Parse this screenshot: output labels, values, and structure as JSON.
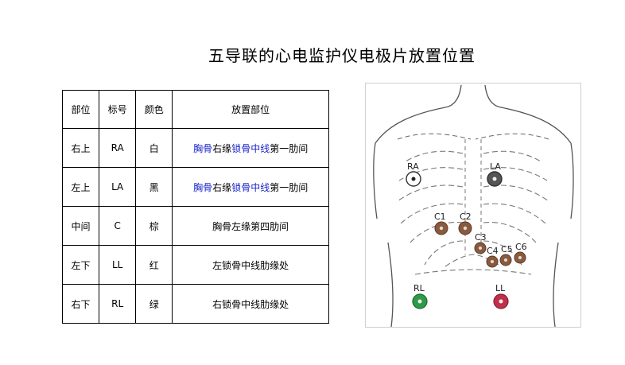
{
  "title": "五导联的心电监护仪电极片放置位置",
  "table": {
    "headers": [
      "部位",
      "标号",
      "颜色",
      "放置部位"
    ],
    "rows": [
      {
        "part": "右上",
        "code": "RA",
        "color": "白",
        "pos_a": "胸骨",
        "pos_b": "右缘",
        "pos_c": "锁骨中线",
        "pos_d": "第一肋间"
      },
      {
        "part": "左上",
        "code": "LA",
        "color": "黑",
        "pos_a": "胸骨",
        "pos_b": "右缘",
        "pos_c": "锁骨中线",
        "pos_d": "第一肋间"
      },
      {
        "part": "中间",
        "code": "C",
        "color": "棕",
        "pos": "胸骨左缘第四肋间"
      },
      {
        "part": "左下",
        "code": "LL",
        "color": "红",
        "pos": "左锁骨中线肋缘处"
      },
      {
        "part": "右下",
        "code": "RL",
        "color": "绿",
        "pos": "右锁骨中线肋缘处"
      }
    ]
  },
  "diagram": {
    "labels": {
      "ra": "RA",
      "la": "LA",
      "c1": "C1",
      "c2": "C2",
      "c3": "C3",
      "c4": "C4",
      "c5": "C5",
      "c6": "C6",
      "rl": "RL",
      "ll": "LL"
    },
    "colors": {
      "white": "#ffffff",
      "black": "#555555",
      "brown": "#8a5a3c",
      "green": "#2e9a4a",
      "red": "#c0304a",
      "highlight": "#1a25c8"
    }
  }
}
